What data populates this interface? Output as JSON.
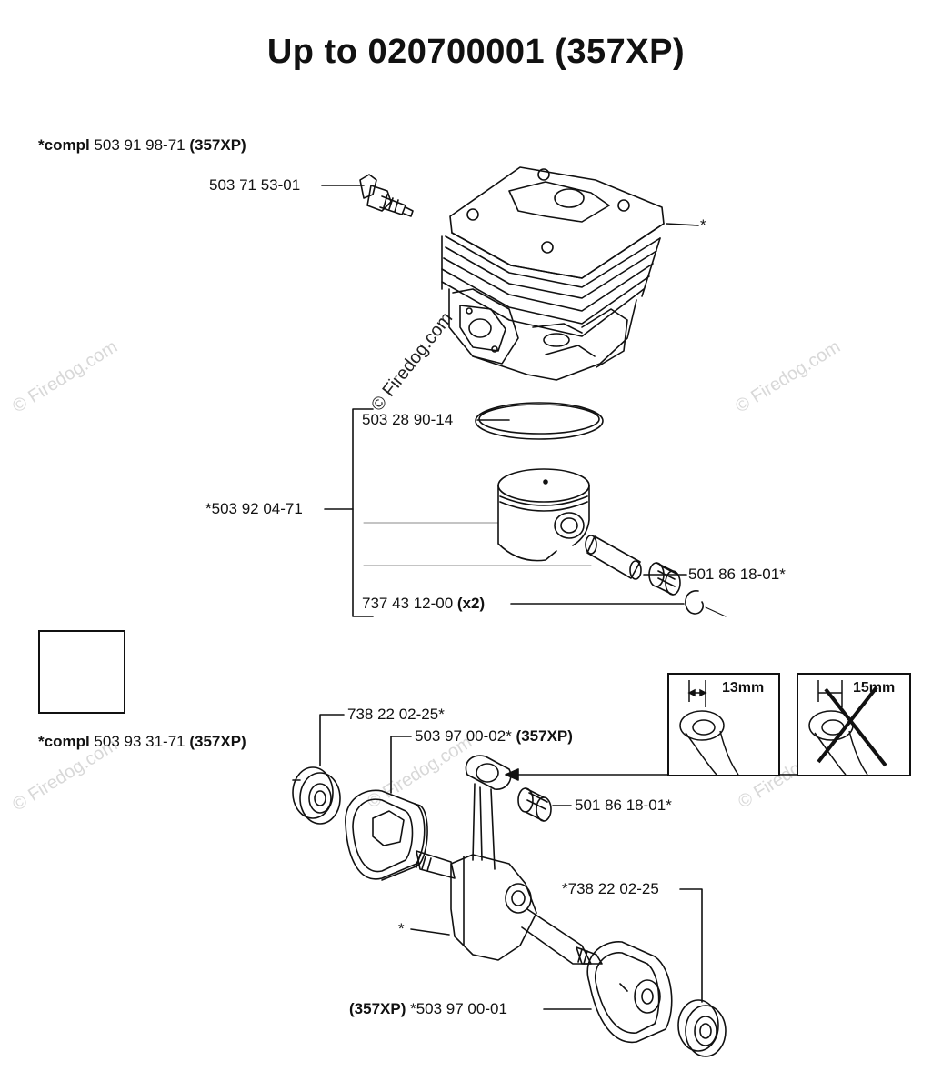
{
  "title": "Up to 020700001  (357XP)",
  "labels": {
    "compl_top": {
      "prefix": "*compl ",
      "number": "503 91 98-71 ",
      "model": "(357XP)"
    },
    "spark_plug": "503 71 53-01",
    "cylinder_star": "*",
    "ring": "503 28 90-14",
    "piston_kit": "*503 92 04-71",
    "needle_bearing_top": "501 86 18-01*",
    "circlip": {
      "number": "737 43 12-00 ",
      "qty": "(x2)"
    },
    "compl_bottom": {
      "prefix": "*compl ",
      "number": "503 93 31-71 ",
      "model": "(357XP)"
    },
    "bearing_left": "738 22 02-25*",
    "crank_half_top": {
      "number": "503 97 00-02* ",
      "model": "(357XP)"
    },
    "needle_bearing_bottom": "501 86 18-01*",
    "bearing_right": "*738 22 02-25",
    "crank_star": "*",
    "crank_half_bottom": {
      "model": "(357XP) ",
      "number": "*503 97 00-01"
    }
  },
  "details": {
    "ok_label": "13mm",
    "bad_label": "15mm"
  },
  "watermarks": [
    "© Firedog.com",
    "© Firedog.com",
    "© Firedog.com",
    "© Firedog.com",
    "© Firedog.com"
  ],
  "watermark_center": "© Firedog.com",
  "icons": [
    "wrench-icon",
    "cross-out-icon"
  ]
}
